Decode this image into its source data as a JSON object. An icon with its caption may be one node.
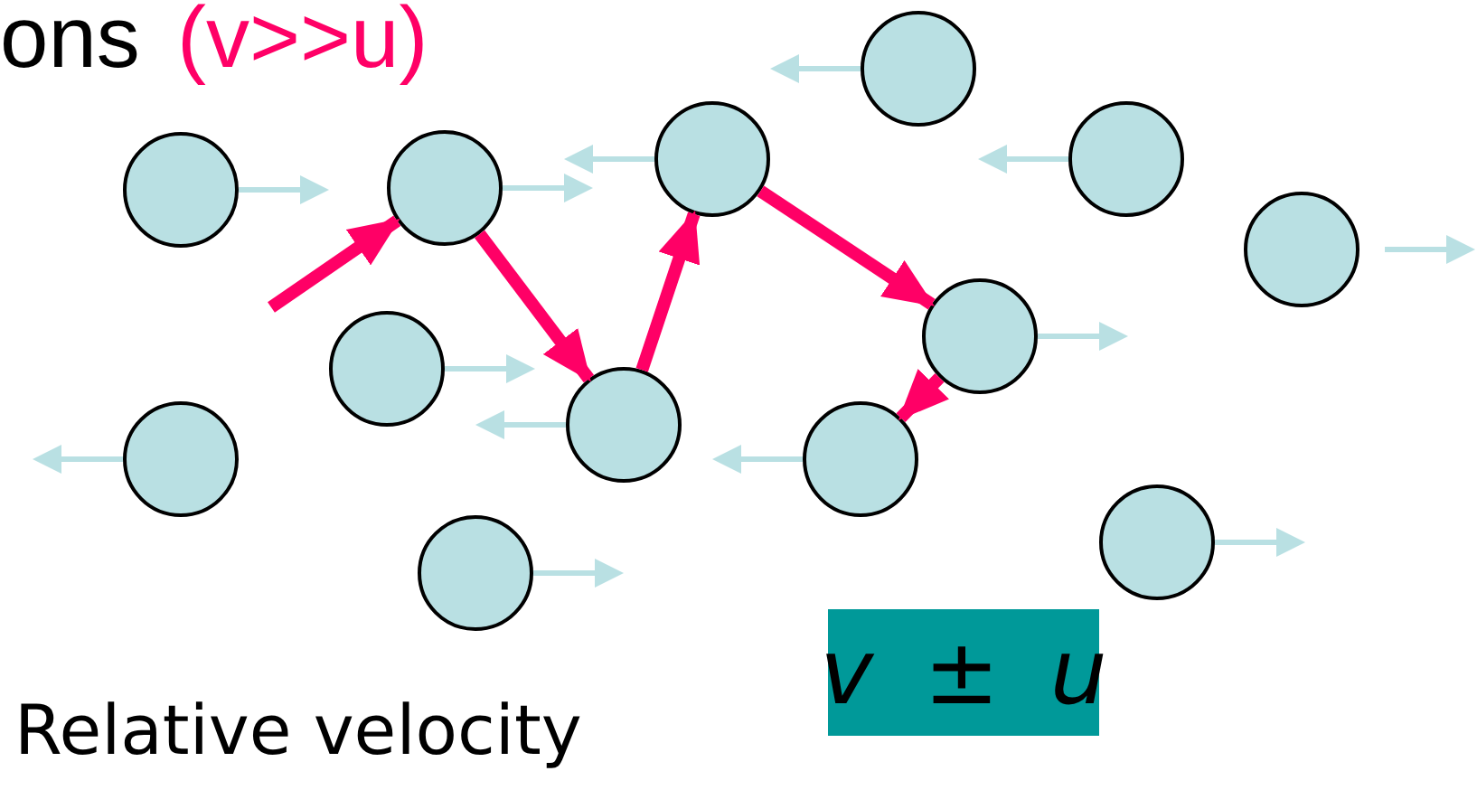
{
  "diagram": {
    "nodes": [
      {
        "text": [],
        "shape": "circle"
      },
      {
        "text": [],
        "shape": "circle"
      },
      {
        "text": [],
        "shape": "circle"
      },
      {
        "text": [],
        "shape": "circle"
      },
      {
        "text": [],
        "shape": "circle"
      },
      {
        "text": [],
        "shape": "circle"
      },
      {
        "text": [],
        "shape": "circle"
      },
      {
        "text": [],
        "shape": "circle"
      },
      {
        "text": [],
        "shape": "circle"
      },
      {
        "text": [],
        "shape": "circle"
      },
      {
        "text": [],
        "shape": "circle"
      },
      {
        "text": [],
        "shape": "circle"
      },
      {
        "text": [],
        "shape": "circle"
      },
      {
        "text": [
          "*v* ± *u*"
        ]
      }
    ],
    "edges": [
      {
        "from": null,
        "to": 4,
        "arrow": "to"
      },
      {
        "from": 4,
        "to": 8,
        "arrow": "to"
      },
      {
        "from": 8,
        "to": 1,
        "arrow": "to"
      },
      {
        "from": 1,
        "to": 6,
        "arrow": "to"
      },
      {
        "from": 6,
        "to": 10,
        "arrow": "to"
      }
    ],
    "labels": [
      "ons",
      "(v>>u)",
      "Relative velocity"
    ]
  }
}
